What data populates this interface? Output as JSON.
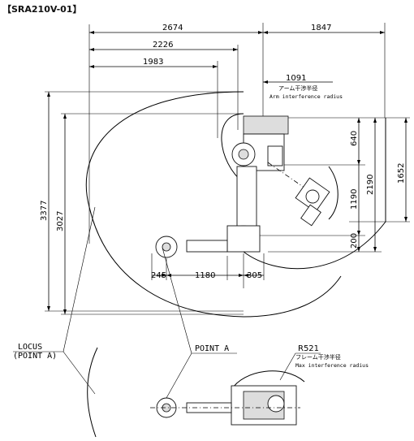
{
  "title": "【SRA210V-01】",
  "dimensions": {
    "d2674": "2674",
    "d1847": "1847",
    "d2226": "2226",
    "d1983": "1983",
    "d1091": "1091",
    "d640": "640",
    "d1190": "1190",
    "d2190": "2190",
    "d1652": "1652",
    "d200": "200",
    "d3377": "3377",
    "d3027": "3027",
    "d245": "245",
    "d1180": "1180",
    "d305": "305"
  },
  "notes": {
    "arm_jp": "アーム干渉半径",
    "arm_en": "Arm interference radius",
    "r521": "R521",
    "frame_jp": "フレーム干渉半径",
    "frame_en": "Max interference radius"
  },
  "labels": {
    "locus_line1": "LOCUS",
    "locus_line2": "(POINT A)",
    "point_a": "POINT A"
  }
}
